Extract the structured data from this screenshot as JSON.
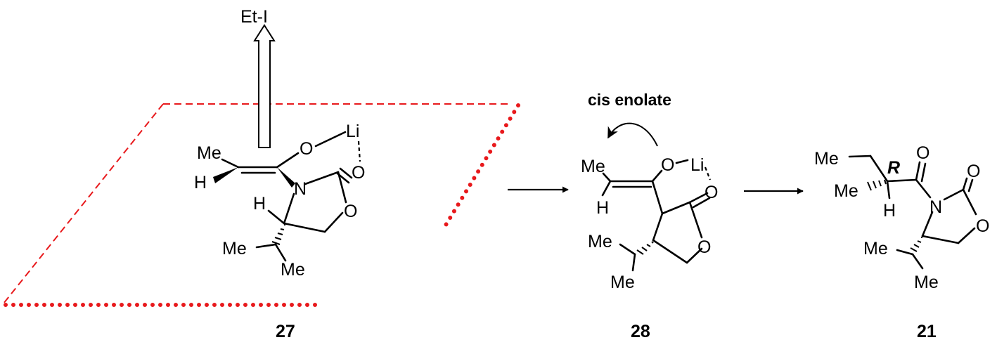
{
  "reagent": "Et-I",
  "caption": "cis enolate",
  "compounds": [
    {
      "label": "27"
    },
    {
      "label": "28"
    },
    {
      "label": "21"
    }
  ],
  "atoms": {
    "me": "Me",
    "h": "H",
    "o": "O",
    "n": "N",
    "li": "Li"
  },
  "stereo_descriptor": "R",
  "colors": {
    "plane_border": "#e8191c",
    "ink": "#000000"
  }
}
